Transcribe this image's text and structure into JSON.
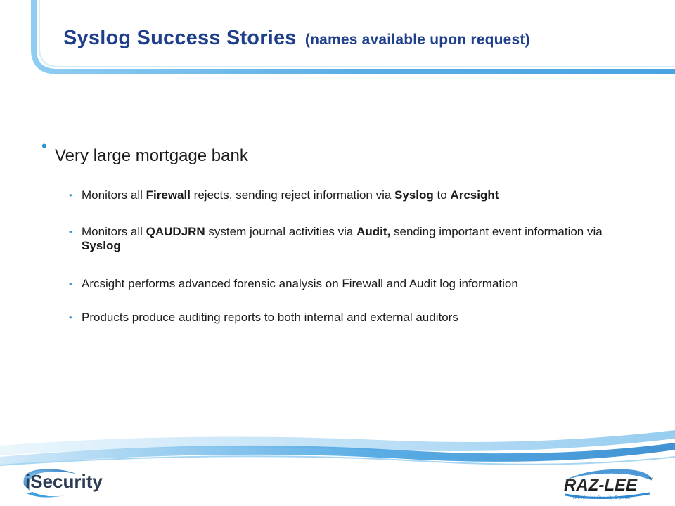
{
  "slide": {
    "title": "Syslog Success Stories",
    "title_sub": "(names available upon request)"
  },
  "bullets": {
    "main": "Very large mortgage bank",
    "items": [
      {
        "parts": [
          {
            "t": "Monitors all ",
            "b": false
          },
          {
            "t": "Firewall",
            "b": true
          },
          {
            "t": " rejects, sending reject information via ",
            "b": false
          },
          {
            "t": "Syslog",
            "b": true
          },
          {
            "t": " to ",
            "b": false
          },
          {
            "t": "Arcsight",
            "b": true
          }
        ]
      },
      {
        "parts": [
          {
            "t": "Monitors all ",
            "b": false
          },
          {
            "t": "QAUDJRN",
            "b": true
          },
          {
            "t": " system journal activities via ",
            "b": false
          },
          {
            "t": "Audit,",
            "b": true
          },
          {
            "t": " sending important event information via ",
            "b": false
          },
          {
            "t": "Syslog",
            "b": true
          }
        ]
      },
      {
        "parts": [
          {
            "t": "Arcsight performs advanced forensic analysis on Firewall and Audit log information",
            "b": false
          }
        ]
      },
      {
        "parts": [
          {
            "t": "Products produce auditing reports to both internal and external auditors",
            "b": false
          }
        ]
      }
    ]
  },
  "logos": {
    "isecurity": "iSecurity",
    "razlee": "RAZ-LEE",
    "razlee_tm": "™",
    "razlee_tagline": "The iSeries Security Experts"
  },
  "colors": {
    "title": "#1f3f8c",
    "accent": "#2e94d8",
    "header_bar": "#5aaee6"
  }
}
